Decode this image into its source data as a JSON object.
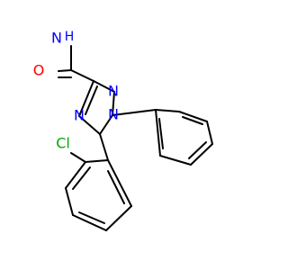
{
  "molecule": {
    "atoms": {
      "amide_nitrogen": "N",
      "amide_hydrogen": "H",
      "carbonyl_oxygen": "O",
      "triazole_n_top": "N",
      "triazole_n_left": "N",
      "triazole_n_right": "N",
      "chlorine": "Cl"
    },
    "colors": {
      "nitrogen": "#0000ff",
      "oxygen": "#ff0000",
      "chlorine": "#00aa00",
      "bond": "#000000"
    }
  }
}
